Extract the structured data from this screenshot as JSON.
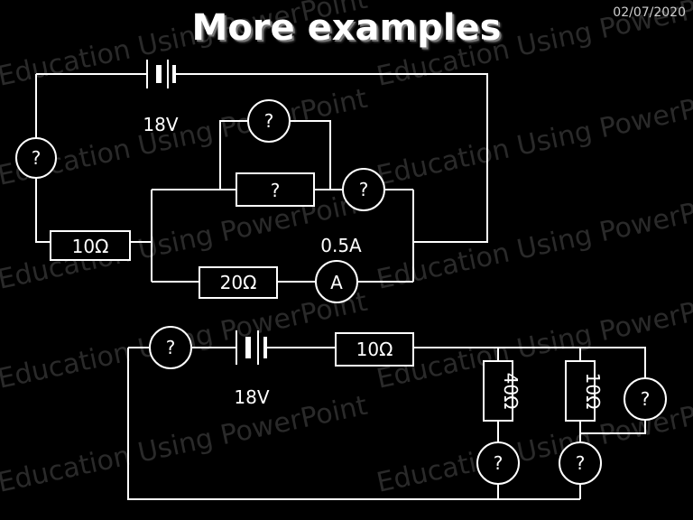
{
  "header": {
    "title": "More examples",
    "date": "02/07/2020"
  },
  "watermark": "Education Using PowerPoint",
  "circuit1": {
    "battery_voltage": "18V",
    "meter_unknown_left": "?",
    "meter_unknown_top": "?",
    "meter_unknown_right": "?",
    "resistor_series": "10Ω",
    "resistor_unknown": "?",
    "resistor_bottom": "20Ω",
    "ammeter_symbol": "A",
    "ammeter_reading": "0.5A"
  },
  "circuit2": {
    "battery_voltage": "18V",
    "meter_unknown_series": "?",
    "resistor_series": "10Ω",
    "resistor_branch1": "40Ω",
    "resistor_branch2": "10Ω",
    "meter_unknown_branch1": "?",
    "meter_unknown_branch2": "?",
    "meter_unknown_branch3": "?"
  }
}
